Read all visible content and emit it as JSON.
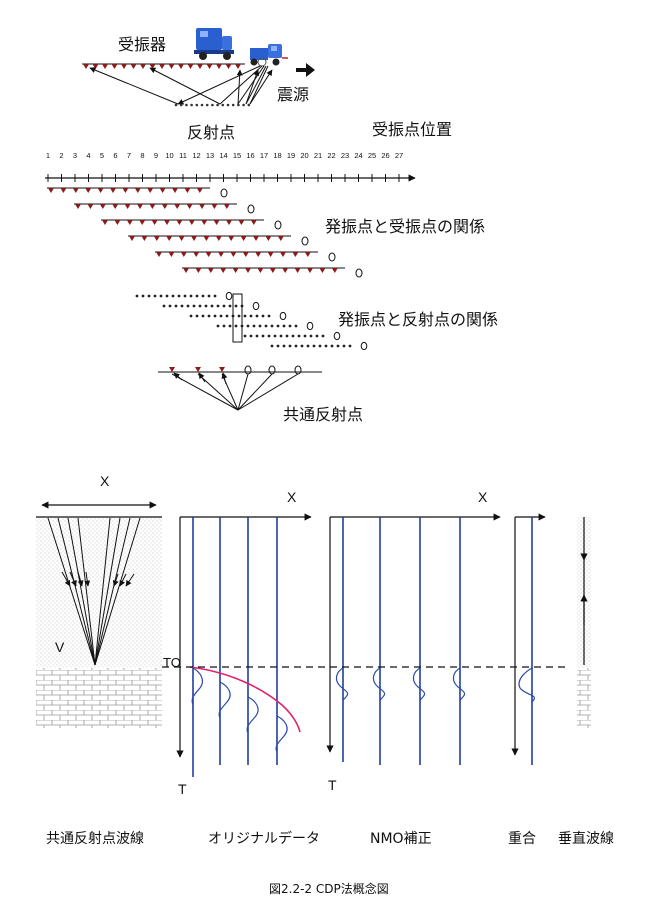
{
  "top": {
    "receiver_label": "受振器",
    "source_label": "震源",
    "reflection_point_label": "反射点",
    "receiver_position_label": "受振点位置",
    "position_numbers": [
      "1",
      "2",
      "3",
      "4",
      "5",
      "6",
      "7",
      "8",
      "9",
      "10",
      "11",
      "12",
      "13",
      "14",
      "15",
      "16",
      "17",
      "18",
      "19",
      "20",
      "21",
      "22",
      "23",
      "24",
      "25",
      "26",
      "27"
    ],
    "source_receiver_relation_label": "発振点と受振点の関係",
    "source_reflection_relation_label": "発振点と反射点の関係",
    "common_reflection_point_label": "共通反射点"
  },
  "bottom": {
    "x_label": "X",
    "v_label": "V",
    "t0_label": "TO",
    "t_label": "T",
    "nmo_label": "NMO補正",
    "captions": {
      "common_reflection_ray": "共通反射点波線",
      "original_data": "オリジナルデータ",
      "nmo_correction": "NMO補正",
      "stack": "重合",
      "vertical_ray": "垂直波線"
    }
  },
  "figure_caption": "図2.2-2 CDP法概念図",
  "colors": {
    "receiver_triangle": "#8b1a1a",
    "trace_blue": "#1f3f9f",
    "wavelet_blue": "#2c4aa8",
    "moveout_curve": "#e0206a",
    "truck_blue": "#2a5fd0",
    "brick": "#9a9a9a",
    "dots": "#b5b5b5"
  }
}
